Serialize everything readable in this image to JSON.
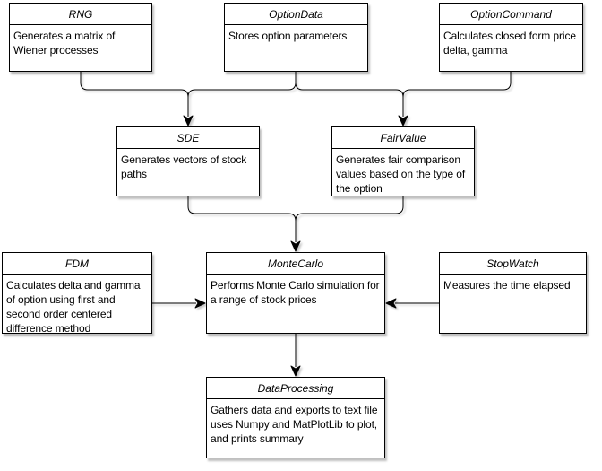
{
  "diagram": {
    "type": "class-dependency-flowchart",
    "colors": {
      "background": "#ffffff",
      "node_fill": "#ffffff",
      "stroke": "#000000",
      "text": "#000000"
    },
    "nodes": {
      "rng": {
        "title": "RNG",
        "description": "Generates a matrix of Wiener processes"
      },
      "option_data": {
        "title": "OptionData",
        "description": "Stores option parameters"
      },
      "option_command": {
        "title": "OptionCommand",
        "description": "Calculates closed form price delta, gamma"
      },
      "sde": {
        "title": "SDE",
        "description": "Generates vectors of stock paths"
      },
      "fair_value": {
        "title": "FairValue",
        "description": "Generates fair comparison values based on the type of the option"
      },
      "fdm": {
        "title": "FDM",
        "description": "Calculates delta and gamma of option using first and second order centered difference method"
      },
      "monte_carlo": {
        "title": "MonteCarlo",
        "description": "Performs Monte Carlo simulation for a range of stock prices"
      },
      "stop_watch": {
        "title": "StopWatch",
        "description": "Measures the time elapsed"
      },
      "data_processing": {
        "title": "DataProcessing",
        "description": "Gathers data and exports to text file uses Numpy and MatPlotLib to plot, and prints summary"
      }
    },
    "edges": [
      {
        "from": "RNG",
        "to": "SDE"
      },
      {
        "from": "OptionData",
        "to": "SDE"
      },
      {
        "from": "OptionData",
        "to": "FairValue"
      },
      {
        "from": "OptionCommand",
        "to": "FairValue"
      },
      {
        "from": "SDE",
        "to": "MonteCarlo"
      },
      {
        "from": "FairValue",
        "to": "MonteCarlo"
      },
      {
        "from": "FDM",
        "to": "MonteCarlo"
      },
      {
        "from": "StopWatch",
        "to": "MonteCarlo"
      },
      {
        "from": "MonteCarlo",
        "to": "DataProcessing"
      }
    ]
  }
}
